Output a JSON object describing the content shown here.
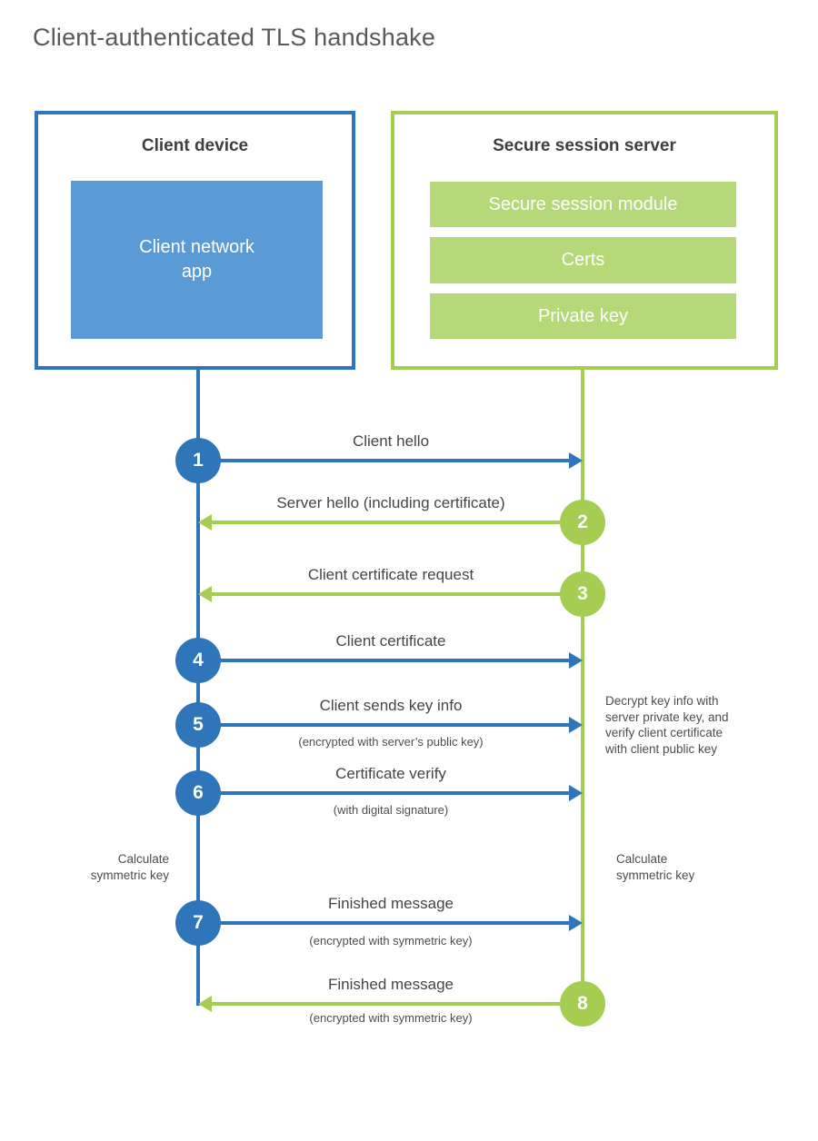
{
  "page": {
    "title": "Client-authenticated TLS handshake"
  },
  "colors": {
    "client_accent": "#2e75b9",
    "client_fill": "#5b9bd5",
    "server_accent": "#a5cd52",
    "server_fill": "#b5d878",
    "title_text": "#58595b",
    "label_text": "#454545"
  },
  "client": {
    "title": "Client device",
    "app_label": "Client network\napp"
  },
  "server": {
    "title": "Secure session server",
    "modules": [
      "Secure session module",
      "Certs",
      "Private key"
    ]
  },
  "steps": [
    {
      "number": "1",
      "from": "client",
      "label": "Client hello",
      "sublabel": ""
    },
    {
      "number": "2",
      "from": "server",
      "label": "Server hello (including certificate)",
      "sublabel": ""
    },
    {
      "number": "3",
      "from": "server",
      "label": "Client certificate request",
      "sublabel": ""
    },
    {
      "number": "4",
      "from": "client",
      "label": "Client certificate",
      "sublabel": ""
    },
    {
      "number": "5",
      "from": "client",
      "label": "Client sends key info",
      "sublabel": "(encrypted with server’s public key)"
    },
    {
      "number": "6",
      "from": "client",
      "label": "Certificate verify",
      "sublabel": "(with digital signature)"
    },
    {
      "number": "7",
      "from": "client",
      "label": "Finished message",
      "sublabel": "(encrypted with symmetric key)"
    },
    {
      "number": "8",
      "from": "server",
      "label": "Finished message",
      "sublabel": "(encrypted with symmetric key)"
    }
  ],
  "annotations": {
    "decrypt_note": "Decrypt key info with\nserver private key, and\nverify client certificate\nwith client public key",
    "calc_left": "Calculate\nsymmetric key",
    "calc_right": "Calculate\nsymmetric key"
  }
}
